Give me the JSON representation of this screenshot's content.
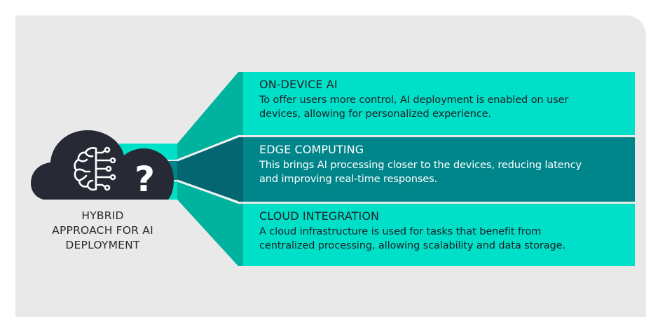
{
  "colors": {
    "background": "#e9e9e9",
    "cyan": "#00e0c8",
    "teal_mid": "#00b39e",
    "teal_dark": "#00868a",
    "teal_darker": "#036670",
    "cloud": "#272935",
    "separator": "#f2f2f2"
  },
  "hub": {
    "icons": [
      "brain-circuit-icon",
      "question-mark-icon"
    ],
    "question_glyph": "?",
    "caption_lines": [
      "HYBRID",
      "APPROACH FOR AI",
      "DEPLOYMENT"
    ]
  },
  "items": [
    {
      "title": "ON-DEVICE AI",
      "description_lines": [
        "To offer users more control, AI deployment is enabled on user",
        "devices, allowing for personalized experience."
      ]
    },
    {
      "title": "EDGE COMPUTING",
      "description_lines": [
        "This brings AI processing closer to the devices, reducing latency",
        "and improving real-time responses."
      ]
    },
    {
      "title": "CLOUD INTEGRATION",
      "description_lines": [
        "A cloud infrastructure is used for tasks that benefit from",
        "centralized processing, allowing scalability and data storage."
      ]
    }
  ]
}
